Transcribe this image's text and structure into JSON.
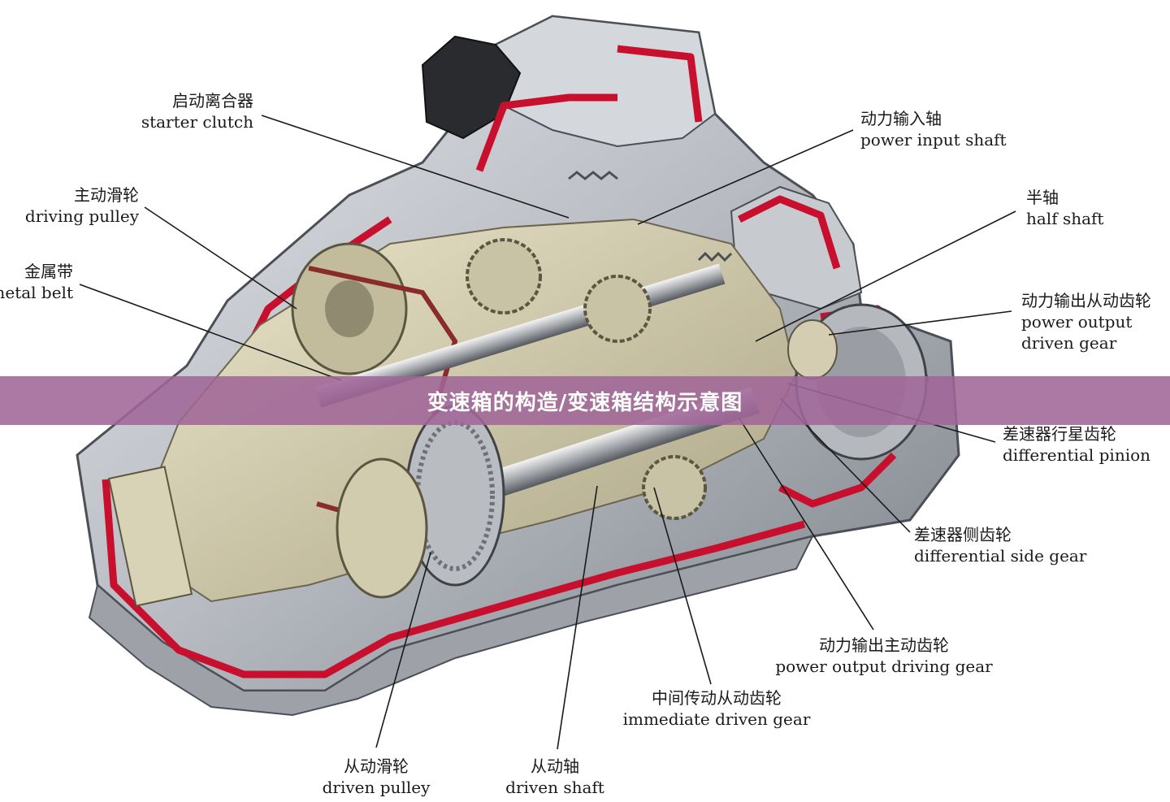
{
  "banner": {
    "title": "变速箱的构造/变速箱结构示意图",
    "background": "#a06698"
  },
  "colors": {
    "housing": "#b8bcc2",
    "cutaway": "#c8102e",
    "internals": "#d6cfb0",
    "shadow": "#5c5f66"
  },
  "labels": [
    {
      "key": "starter_clutch",
      "zh": "启动离合器",
      "en": "starter clutch"
    },
    {
      "key": "power_input_shaft",
      "zh": "动力输入轴",
      "en": "power input shaft"
    },
    {
      "key": "driving_pulley",
      "zh": "主动滑轮",
      "en": "driving pulley"
    },
    {
      "key": "half_shaft",
      "zh": "半轴",
      "en": "half shaft"
    },
    {
      "key": "metal_belt",
      "zh": "金属带",
      "en": "metal belt"
    },
    {
      "key": "power_output_driven_gear",
      "zh": "动力输出从动齿轮",
      "en": "power output",
      "en2": "driven gear"
    },
    {
      "key": "differential_pinion",
      "zh": "差速器行星齿轮",
      "en": "differential pinion"
    },
    {
      "key": "differential_side_gear",
      "zh": "差速器侧齿轮",
      "en": "differential side gear"
    },
    {
      "key": "power_output_driving_gear",
      "zh": "动力输出主动齿轮",
      "en": "power output driving gear"
    },
    {
      "key": "immediate_driven_gear",
      "zh": "中间传动从动齿轮",
      "en": "immediate driven gear"
    },
    {
      "key": "driven_pulley",
      "zh": "从动滑轮",
      "en": "driven pulley"
    },
    {
      "key": "driven_shaft",
      "zh": "从动轴",
      "en": "driven shaft"
    }
  ]
}
